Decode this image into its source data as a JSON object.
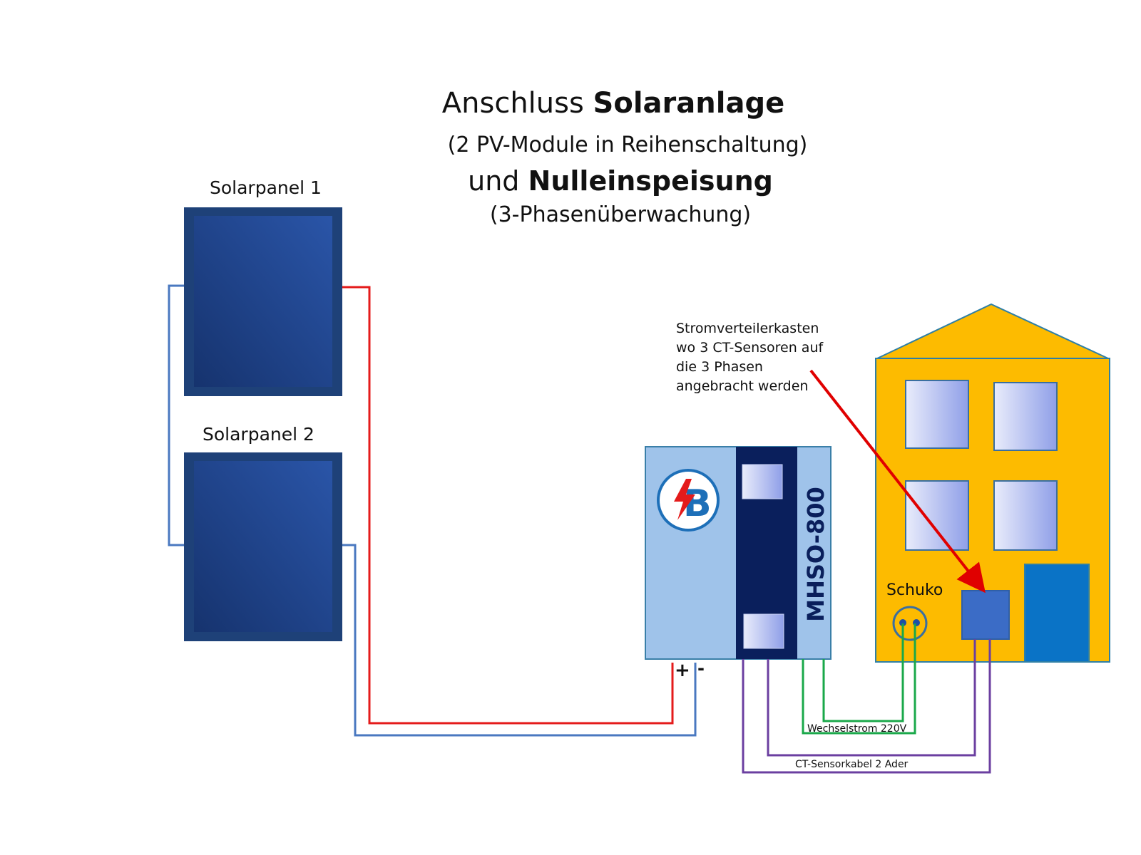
{
  "title": {
    "line1_normal": "Anschluss",
    "line1_bold": "Solaranlage",
    "line2": "(2 PV-Module in Reihenschaltung)",
    "line3_normal": "und",
    "line3_bold": "Nulleinspeisung",
    "line4": "(3-Phasenüberwachung)"
  },
  "panels": {
    "panel1_label": "Solarpanel 1",
    "panel2_label": "Solarpanel 2"
  },
  "inverter": {
    "model": "MHSO-800",
    "plus": "+",
    "minus": "-",
    "logo_icon": "lightning-b-logo"
  },
  "house": {
    "socket_label": "Schuko",
    "distribution_note": [
      "Stromverteilerkasten",
      "wo 3 CT-Sensoren auf",
      "die 3 Phasen",
      "angebracht werden"
    ]
  },
  "cables": {
    "ac_label": "Wechselstrom 220V",
    "ct_label": "CT-Sensorkabel  2 Ader"
  },
  "colors": {
    "panel": "#1f4a8c",
    "positive_wire": "#e41b1b",
    "negative_wire": "#4a78c0",
    "ac_wire": "#1aa84a",
    "ct_wire": "#6b3fa0",
    "house": "#fdbb00",
    "inverter_body": "#9fc3ea",
    "inverter_center": "#0a1f5c",
    "arrow": "#e00000"
  }
}
